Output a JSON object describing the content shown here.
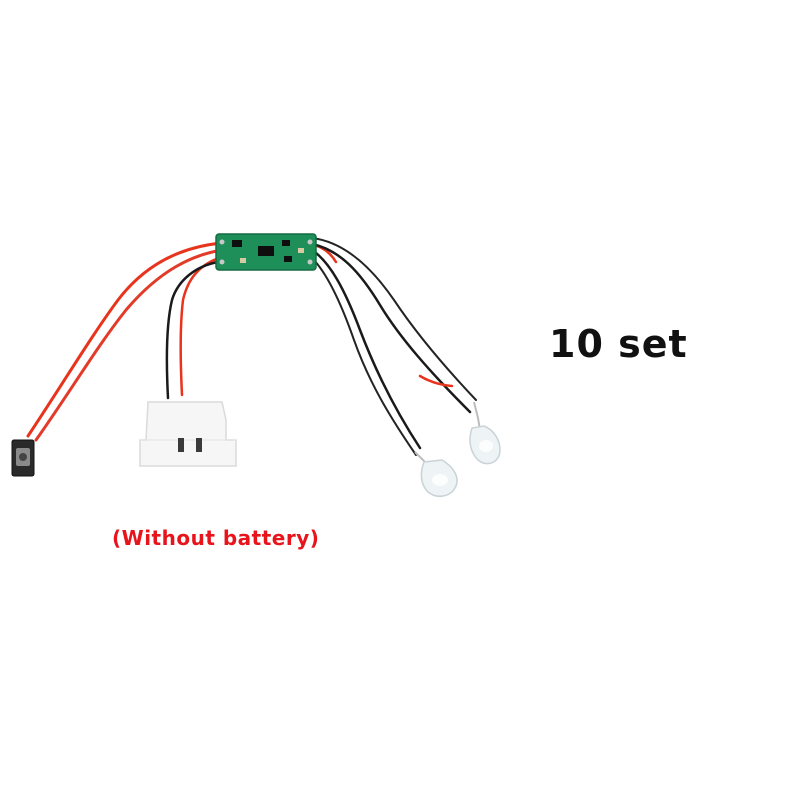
{
  "product": {
    "quantity_label": "10 set",
    "note": "(Without battery)",
    "note_color": "#e8141c",
    "label_color": "#111111"
  },
  "photo": {
    "components": [
      {
        "name": "circuit-board",
        "color": "#1f8f5a"
      },
      {
        "name": "red-wires",
        "color": "#e8341c"
      },
      {
        "name": "black-wires",
        "color": "#1a1a1a"
      },
      {
        "name": "battery-box",
        "color": "#f4f4f4"
      },
      {
        "name": "push-switch",
        "color": "#2a2a2a"
      },
      {
        "name": "led-bulbs",
        "color": "#eef3f5"
      }
    ]
  }
}
